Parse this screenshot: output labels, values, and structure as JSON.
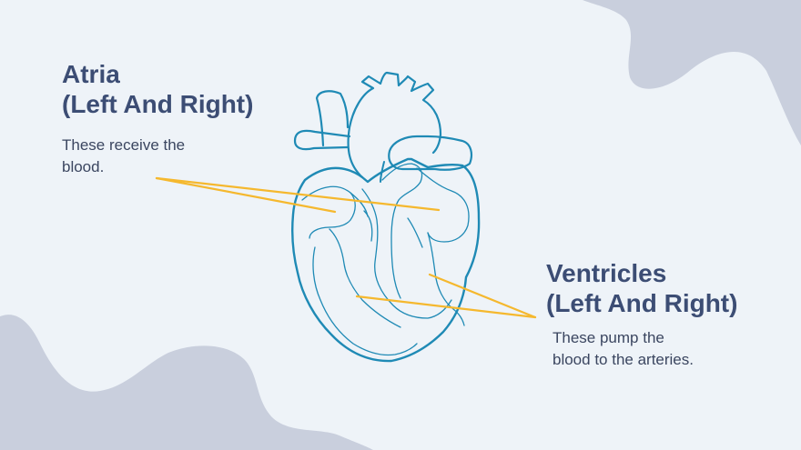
{
  "atria": {
    "title_line1": "Atria",
    "title_line2": "(Left And Right)",
    "desc_line1": "These receive the",
    "desc_line2": "blood."
  },
  "ventricles": {
    "title_line1": "Ventricles",
    "title_line2": "(Left And Right)",
    "desc_line1": "These pump the",
    "desc_line2": "blood to the arteries."
  },
  "colors": {
    "background": "#eef3f8",
    "blob": "#c9cfdd",
    "heading": "#3c4d74",
    "heart_outline": "#1f8ab5",
    "pointer_line": "#f5b82e"
  },
  "icons": [
    "heart-illustration"
  ]
}
